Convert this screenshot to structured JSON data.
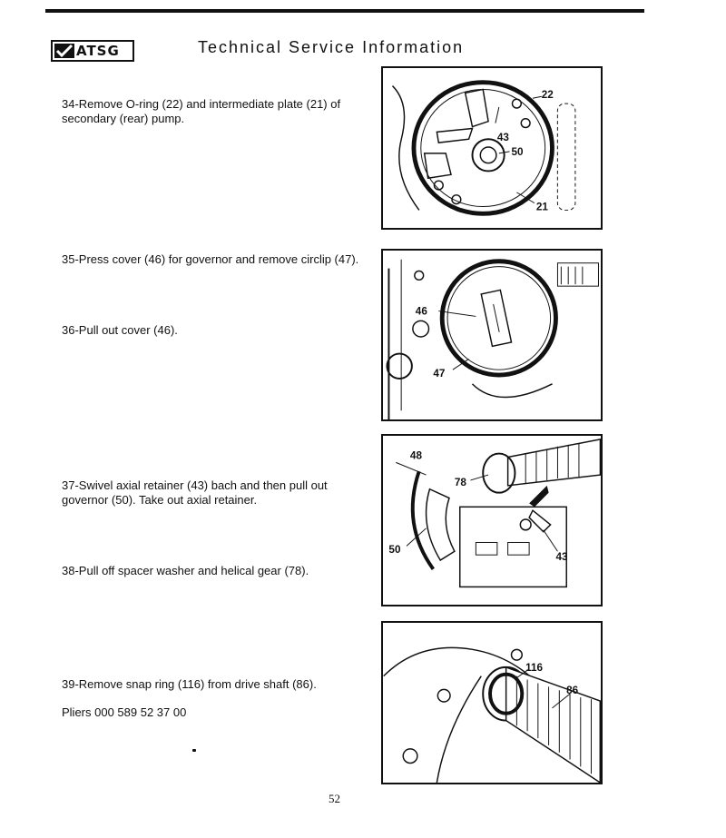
{
  "header": {
    "logo_text": "ATSG",
    "title": "Technical Service Information"
  },
  "steps": [
    {
      "text": "34-Remove O-ring (22) and intermediate plate (21) of secondary (rear) pump."
    },
    {
      "text": "35-Press cover (46) for governor and remove circlip (47)."
    },
    {
      "text": "36-Pull out cover (46)."
    },
    {
      "text": "37-Swivel axial retainer (43) bach and then pull out governor (50). Take out axial retainer."
    },
    {
      "text": "38-Pull off spacer washer and helical gear (78)."
    },
    {
      "text": "39-Remove snap ring (116) from drive shaft (86)."
    },
    {
      "text": "Pliers 000 589 52 37 00"
    }
  ],
  "figures": {
    "fig1": {
      "callouts": [
        "22",
        "43",
        "50",
        "21"
      ]
    },
    "fig2": {
      "callouts": [
        "46",
        "47"
      ]
    },
    "fig3": {
      "callouts": [
        "48",
        "78",
        "50",
        "43"
      ]
    },
    "fig4": {
      "callouts": [
        "116",
        "86"
      ]
    }
  },
  "footer": {
    "page_number": "52"
  }
}
